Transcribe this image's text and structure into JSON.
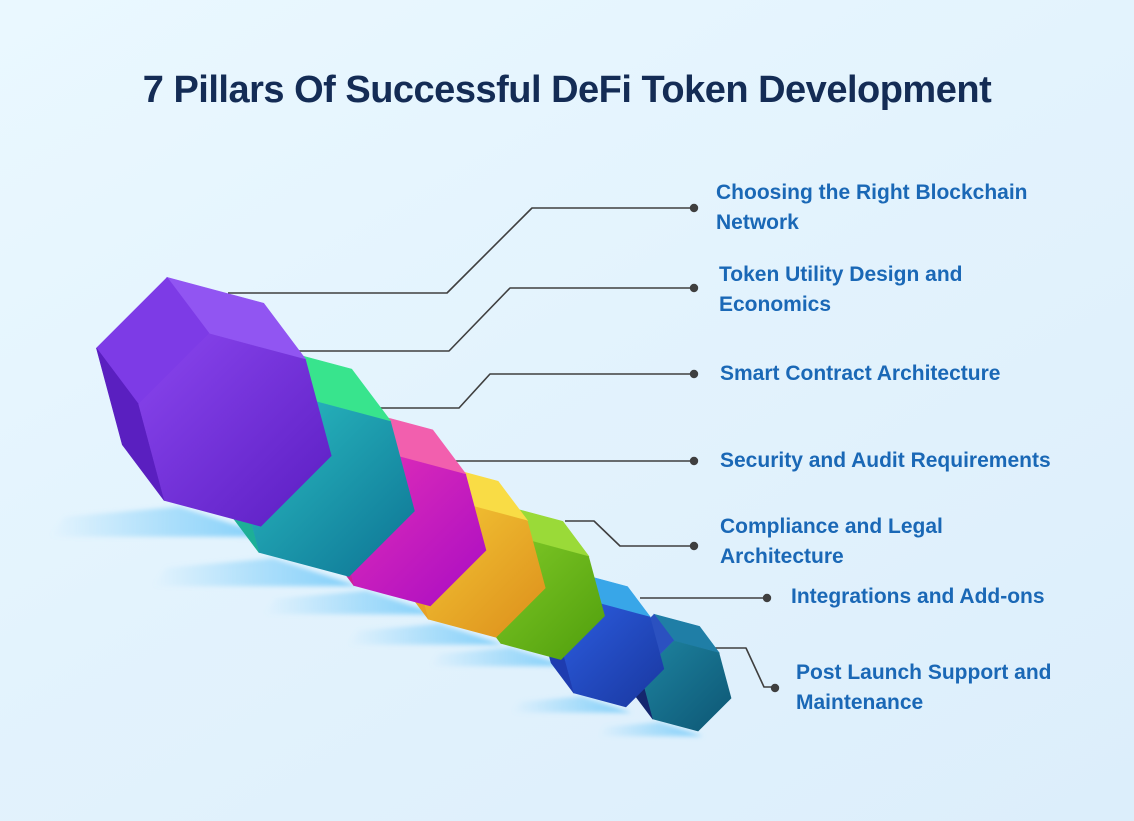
{
  "title": "7 Pillars Of Successful DeFi Token Development",
  "colors": {
    "background_top": "#eaf8ff",
    "background_bottom": "#dceefb",
    "title": "#142c55",
    "label": "#1a68b6",
    "connector": "#3f3f3f",
    "dot": "#3f3f3f",
    "shadow": "#7ccdf9"
  },
  "pillars": [
    {
      "label": "Choosing the Right Blockchain Network",
      "top": "#9155f2",
      "upper_left": "#7d3be6",
      "lower_left": "#5a1fc0",
      "front_from": "#8a46ee",
      "front_to": "#5b1dc2"
    },
    {
      "label": "Token Utility Design and Economics",
      "top": "#38e48d",
      "upper_left": "#2ccf92",
      "lower_left": "#1daf97",
      "front_from": "#2cc1c4",
      "front_to": "#0d7394"
    },
    {
      "label": "Smart Contract Architecture",
      "top": "#f25fae",
      "upper_left": "#ee4da4",
      "lower_left": "#cf2097",
      "front_from": "#e531b6",
      "front_to": "#a90cc4"
    },
    {
      "label": "Security and Audit Requirements",
      "top": "#f9dc45",
      "upper_left": "#f6c83a",
      "lower_left": "#e8a125",
      "front_from": "#f5ca37",
      "front_to": "#dc8e1b"
    },
    {
      "label": "Compliance and Legal Architecture",
      "top": "#9ada38",
      "upper_left": "#87cd2c",
      "lower_left": "#69b318",
      "front_from": "#82ca28",
      "front_to": "#4f9e0c"
    },
    {
      "label": "Integrations and Add-ons",
      "top": "#38a6e8",
      "upper_left": "#3b7de2",
      "lower_left": "#1e3cb0",
      "front_from": "#2c5de0",
      "front_to": "#19379f"
    },
    {
      "label": "Post Launch Support and Maintenance",
      "top": "#1f7ea6",
      "upper_left": "#2b51c0",
      "lower_left": "#15266e",
      "front_from": "#1e84a0",
      "front_to": "#0d5674"
    }
  ]
}
